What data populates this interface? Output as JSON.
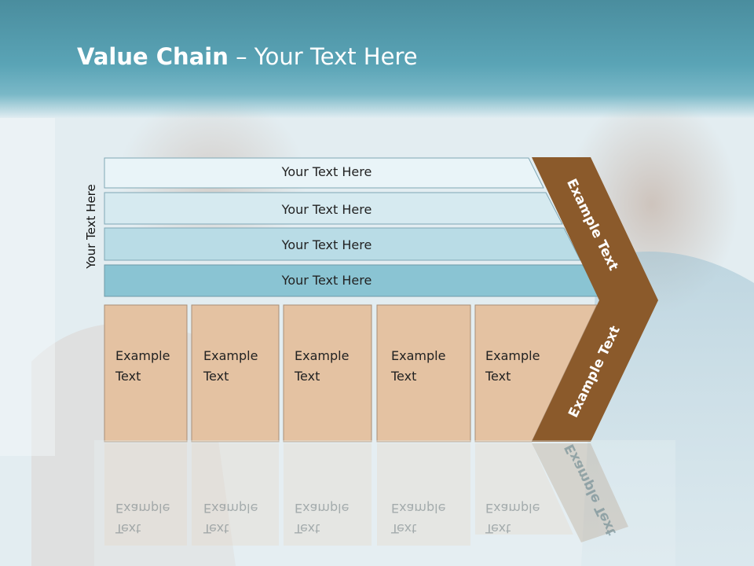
{
  "title": {
    "bold": "Value Chain",
    "rest": " – Your Text Here"
  },
  "side_label": "Your Text Here",
  "rows": [
    {
      "label": "Your Text Here"
    },
    {
      "label": "Your Text Here"
    },
    {
      "label": "Your Text Here"
    },
    {
      "label": "Your Text Here"
    }
  ],
  "boxes": [
    {
      "line1": "Example",
      "line2": "Text"
    },
    {
      "line1": "Example",
      "line2": "Text"
    },
    {
      "line1": "Example",
      "line2": "Text"
    },
    {
      "line1": "Example",
      "line2": "Text"
    },
    {
      "line1": "Example",
      "line2": "Text"
    }
  ],
  "chevron": {
    "upper": "Example Text",
    "lower": "Example Text"
  },
  "colors": {
    "header": "#5aa4b6",
    "row1": "#e9f4f8",
    "row2": "#d6eaf0",
    "row3": "#b9dce6",
    "row4": "#8ac4d3",
    "box": "#e4c2a2",
    "chevron": "#8b5a2b"
  }
}
